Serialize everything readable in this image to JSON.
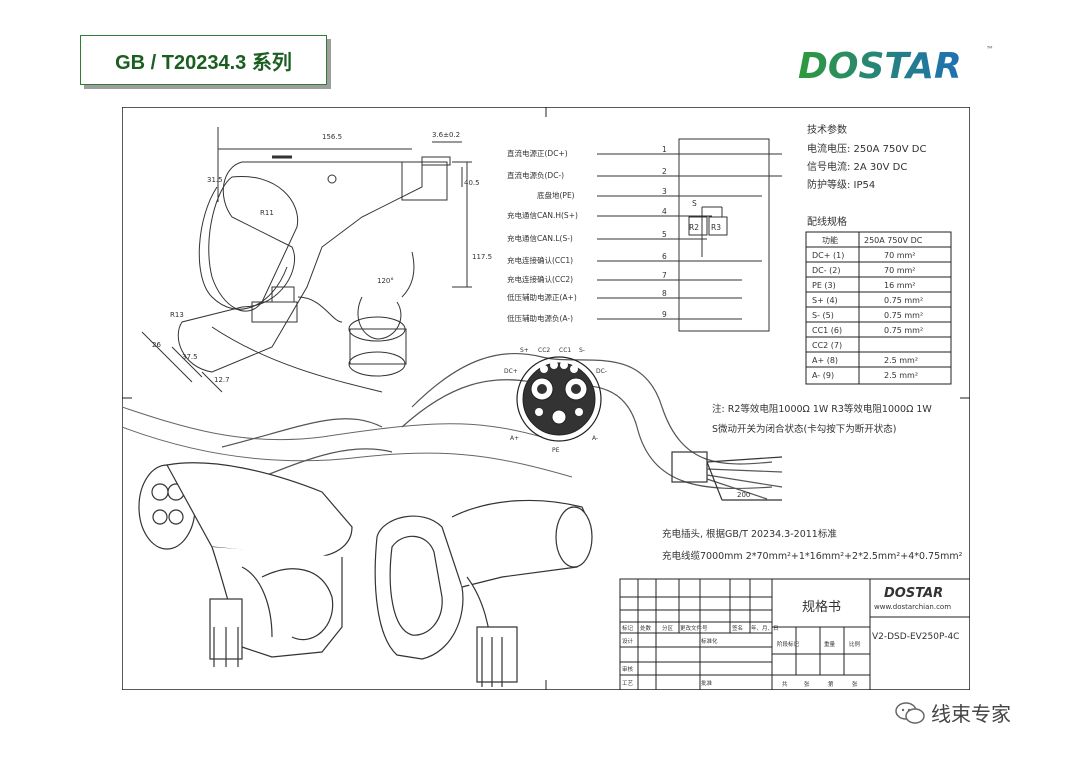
{
  "header": {
    "title": "GB / T20234.3  系列",
    "logo": "DOSTAR",
    "logo_mark": "™"
  },
  "specs": {
    "heading": "技术参数",
    "lines": [
      "电流电压: 250A 750V DC",
      "信号电流: 2A 30V DC",
      "防护等级: IP54"
    ]
  },
  "wiring": {
    "heading": "配线规格",
    "header": [
      "功能",
      "250A 750V DC"
    ],
    "rows": [
      [
        "DC+ (1)",
        "70 mm²"
      ],
      [
        "DC- (2)",
        "70 mm²"
      ],
      [
        "PE (3)",
        "16 mm²"
      ],
      [
        "S+ (4)",
        "0.75 mm²"
      ],
      [
        "S- (5)",
        "0.75 mm²"
      ],
      [
        "CC1 (6)",
        "0.75 mm²"
      ],
      [
        "CC2 (7)",
        ""
      ],
      [
        "A+ (8)",
        "2.5 mm²"
      ],
      [
        "A- (9)",
        "2.5 mm²"
      ]
    ]
  },
  "pins": {
    "labels": [
      "直流电源正(DC+)",
      "直流电源负(DC-)",
      "底盘地(PE)",
      "充电通信CAN.H(S+)",
      "充电通信CAN.L(S-)",
      "充电连接确认(CC1)",
      "充电连接确认(CC2)",
      "低压辅助电源正(A+)",
      "低压辅助电源负(A-)"
    ],
    "numbers": [
      "1",
      "2",
      "3",
      "4",
      "5",
      "6",
      "7",
      "8",
      "9"
    ],
    "components": [
      "S",
      "R2",
      "R3"
    ]
  },
  "dimensions": [
    "156.5",
    "3.6±0.2",
    "31.5",
    "40.5",
    "117.5",
    "120°",
    "R11",
    "R13",
    "26",
    "37.5",
    "12.7",
    "200"
  ],
  "face": {
    "labels": [
      "S+",
      "CC2",
      "CC1",
      "S-",
      "DC+",
      "DC-",
      "A+",
      "A-",
      "PE"
    ]
  },
  "notes": {
    "line1": "注: R2等效电阻1000Ω 1W    R3等效电阻1000Ω 1W",
    "line2": "S微动开关为闭合状态(卡勾按下为断开状态)"
  },
  "plug": {
    "line1": "充电插头, 根据GB/T 20234.3-2011标准",
    "line2": "充电线缆7000mm   2*70mm²+1*16mm²+2*2.5mm²+4*0.75mm²"
  },
  "title_block": {
    "spec_book": "规格书",
    "company": "DOSTAR",
    "website": "www.dostarchian.com",
    "part_no": "V2-DSD-EV250P-4C",
    "row_labels": [
      "标记",
      "处数",
      "分区",
      "更改文件号",
      "签名",
      "年、月、日"
    ],
    "stage_labels": [
      "阶段标记",
      "重量",
      "比例"
    ],
    "bottom_labels": [
      "共",
      "张",
      "第",
      "张"
    ],
    "left_labels": [
      "设计",
      "标准化",
      "审核",
      "工艺",
      "批准"
    ]
  },
  "watermark": {
    "text": "线束专家"
  },
  "colors": {
    "title_border": "#2e7d32",
    "title_text": "#1a5e20",
    "logo_green": "#2e9a3c",
    "logo_blue": "#1f6fb5"
  }
}
